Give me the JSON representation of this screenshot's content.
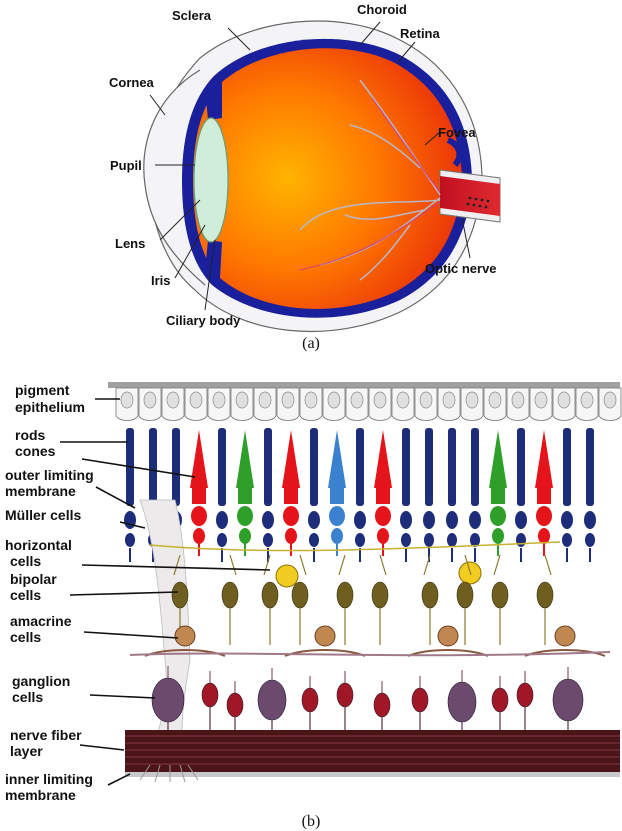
{
  "figure_a": {
    "labels": {
      "sclera": "Sclera",
      "choroid": "Choroid",
      "retina": "Retina",
      "cornea": "Cornea",
      "fovea": "Fovea",
      "pupil": "Pupil",
      "lens": "Lens",
      "iris": "Iris",
      "optic_nerve": "Optic nerve",
      "ciliary_body": "Ciliary body"
    },
    "caption": "(a)"
  },
  "figure_b": {
    "labels": {
      "pigment_epithelium_1": "pigment",
      "pigment_epithelium_2": "epithelium",
      "rods": "rods",
      "cones": "cones",
      "olm_1": "outer limiting",
      "olm_2": "membrane",
      "muller": "Müller cells",
      "horizontal_1": "horizontal",
      "horizontal_2": "cells",
      "bipolar_1": "bipolar",
      "bipolar_2": "cells",
      "amacrine_1": "amacrine",
      "amacrine_2": "cells",
      "ganglion_1": "ganglion",
      "ganglion_2": "cells",
      "nfl_1": "nerve fiber",
      "nfl_2": "layer",
      "ilm_1": "inner limiting",
      "ilm_2": "membrane"
    },
    "photoreceptors": [
      "rod",
      "rod",
      "rod",
      "red-cone",
      "rod",
      "green-cone",
      "rod",
      "red-cone",
      "rod",
      "blue-cone",
      "rod",
      "red-cone",
      "rod",
      "rod",
      "rod",
      "rod",
      "green-cone",
      "rod",
      "red-cone",
      "rod",
      "rod"
    ],
    "caption": "(b)"
  },
  "colors": {
    "sclera": "#ffffff",
    "choroid": "#1a1f9c",
    "retina_red": "#e8200c",
    "retina_orange": "#ff9a00",
    "lens": "#cfeed9",
    "nerve": "#b01020",
    "rod": "#1d2d7a",
    "red_cone": "#e4141a",
    "green_cone": "#2ea02a",
    "blue_cone": "#3a82d0",
    "fiber": "#5a1a20",
    "ganglion": "#6b4a6e"
  }
}
